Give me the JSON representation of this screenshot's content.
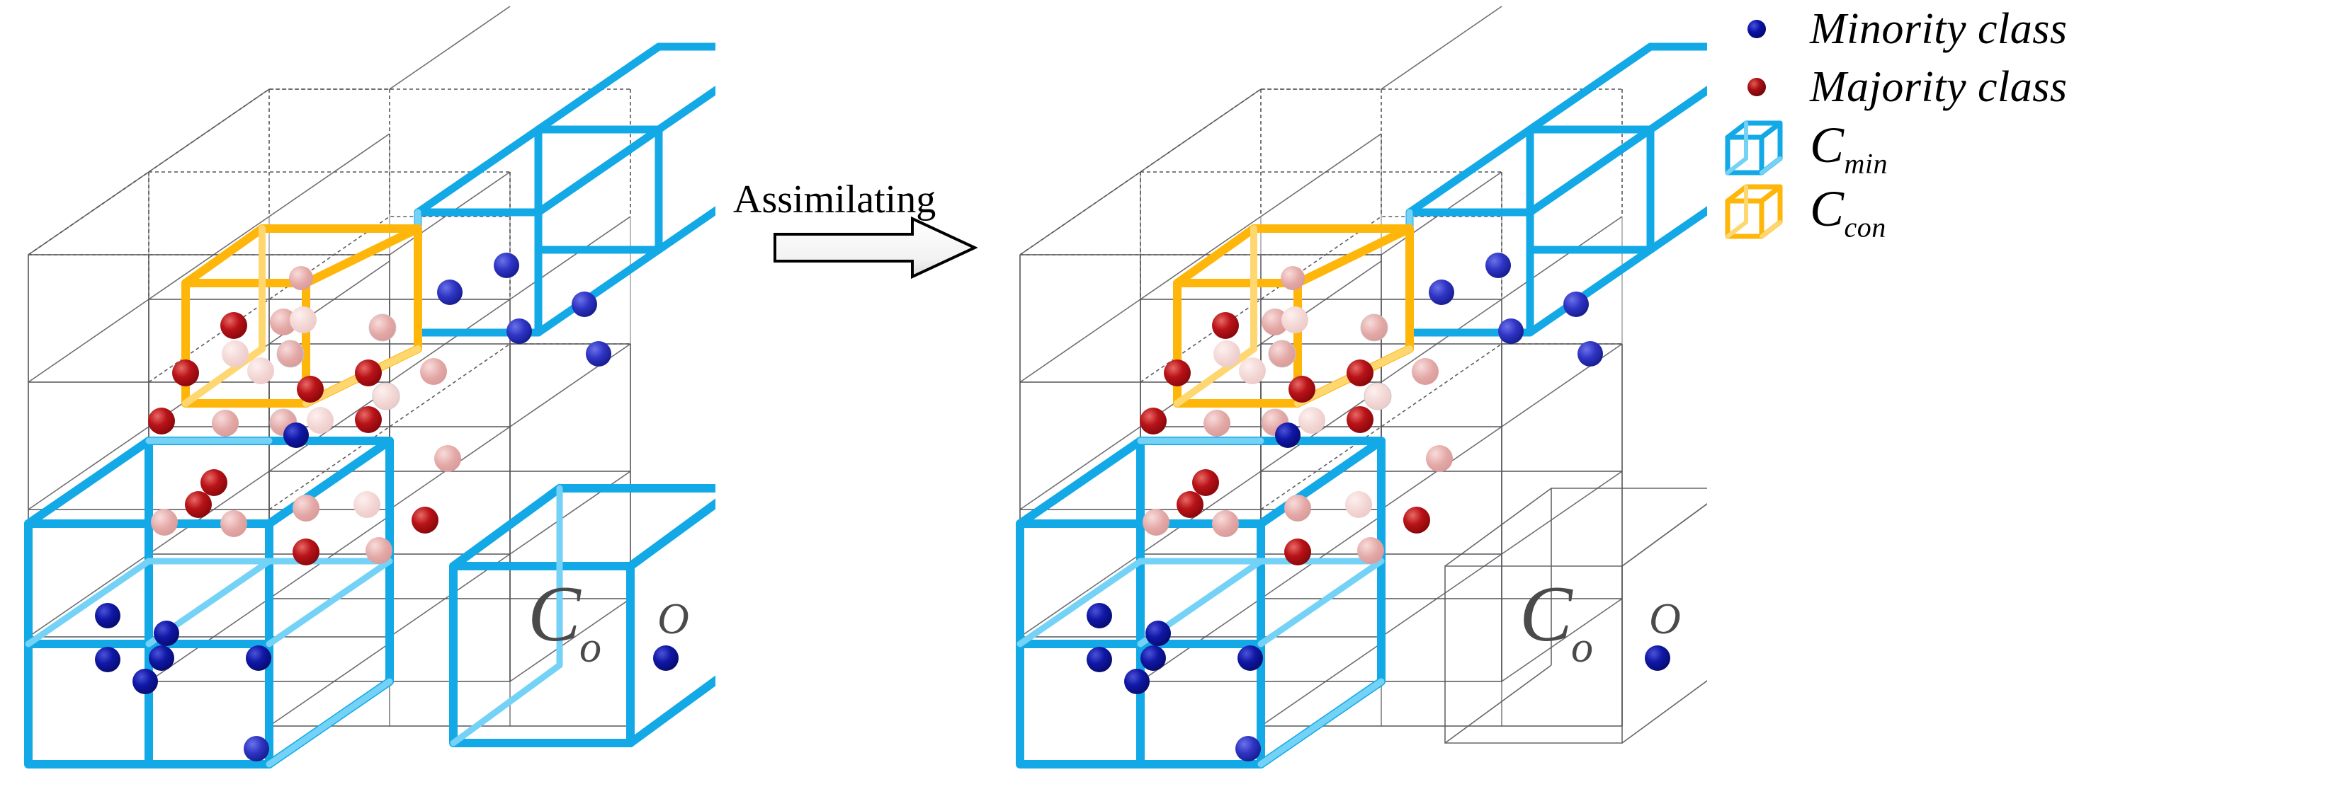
{
  "figure": {
    "transition_label": "Assimilating",
    "arrow_icon": "right-block-arrow"
  },
  "legend": {
    "items": [
      {
        "marker": "minority-dot",
        "color": "#0a12a8",
        "label": "Minority class"
      },
      {
        "marker": "majority-dot",
        "color": "#a80d12",
        "label": "Majority class"
      },
      {
        "marker": "cube-outline",
        "color": "#12a9e6",
        "label": "C",
        "sub": "min"
      },
      {
        "marker": "cube-outline",
        "color": "#ffb60a",
        "label": "C",
        "sub": "con"
      }
    ]
  },
  "panels": [
    {
      "id": "before",
      "labels": {
        "cell": "C",
        "cell_sub": "o",
        "origin": "O"
      },
      "highlight_cyan_cells": [
        "x0y0z0",
        "x1y0z0",
        "x0y0z1",
        "x1y0z1",
        "x2y2z0",
        "x2y2z1",
        "x2y0z0",
        "x2y0z1"
      ],
      "highlight_orange_cells": [
        "x1y1z1"
      ],
      "co_cell_highlighted": true
    },
    {
      "id": "after",
      "labels": {
        "cell": "C",
        "cell_sub": "o",
        "origin": "O"
      },
      "highlight_cyan_cells": [
        "x0y0z0",
        "x1y0z0",
        "x0y0z1",
        "x1y0z1",
        "x2y2z0",
        "x2y2z1"
      ],
      "highlight_orange_cells": [
        "x1y1z1"
      ],
      "co_cell_highlighted": false
    }
  ],
  "colors": {
    "cyan": "#12a9e6",
    "cyan_light": "#74d2f6",
    "orange": "#ffb60a",
    "orange_light": "#ffd770",
    "grid": "#55555a",
    "minority": "#0a12a8",
    "majority": "#a80d12",
    "label_gray": "#4a4a4a"
  },
  "chart_data": {
    "type": "scatter",
    "title": "",
    "description": "3D grid of cubic cells (3x3x3) containing class-labelled point samples; minority (blue) and majority (red) points.",
    "panels": [
      {
        "name": "before",
        "minority_points": 11,
        "majority_points": 27,
        "cyan_cells": 8,
        "orange_cells": 1
      },
      {
        "name": "after",
        "minority_points": 11,
        "majority_points": 27,
        "cyan_cells": 6,
        "orange_cells": 1
      }
    ]
  }
}
